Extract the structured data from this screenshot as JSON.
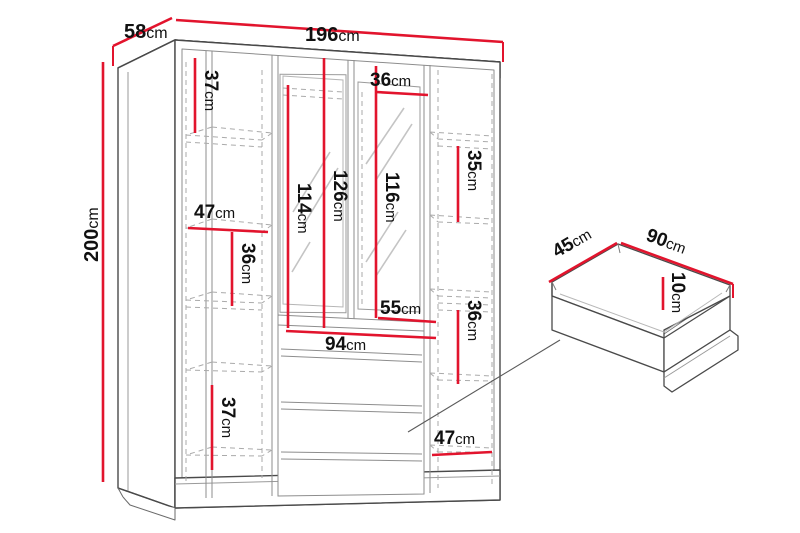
{
  "drawing": {
    "title": "Wardrobe technical dimension drawing",
    "units": "cm",
    "colors": {
      "dimension_red": "#e2142d",
      "outline_dark": "#3b3b3b",
      "hidden_gray": "#a8a8a8",
      "background": "#ffffff"
    }
  },
  "wardrobe": {
    "name": "3-door sliding wardrobe with mirrors",
    "overall": {
      "width_label": "196",
      "depth_label": "58",
      "height_label": "200",
      "unit": "cm"
    },
    "left_section": {
      "top_shelf_height_label": "37",
      "shelf_width_label": "47",
      "mid_shelf_height_label": "36",
      "bottom_shelf_height_label": "37",
      "unit": "cm"
    },
    "center_section": {
      "mirror_left_height_label": "114",
      "mirror_center_height_label": "126",
      "mirror_right_height_label": "116",
      "top_gap_label": "36",
      "drawer_block_width_label": "94",
      "inner_width_label": "55",
      "unit": "cm"
    },
    "right_section": {
      "upper_shelf_height_label": "35",
      "lower_shelf_height_label": "36",
      "base_depth_label": "47",
      "unit": "cm"
    }
  },
  "drawer_detail": {
    "name": "pull-out drawer",
    "width_label": "90",
    "depth_label": "45",
    "height_label": "10",
    "unit": "cm"
  },
  "labels": {
    "d_58": "58",
    "d_196": "196",
    "d_200": "200",
    "d_37_top": "37",
    "d_47_left": "47",
    "d_36_left": "36",
    "d_37_bottom": "37",
    "d_114": "114",
    "d_126": "126",
    "d_116": "116",
    "d_36_center": "36",
    "d_55": "55",
    "d_94": "94",
    "d_35_right": "35",
    "d_36_right": "36",
    "d_47_base": "47",
    "d_45_drawer": "45",
    "d_90_drawer": "90",
    "d_10_drawer": "10",
    "unit": "cm"
  }
}
